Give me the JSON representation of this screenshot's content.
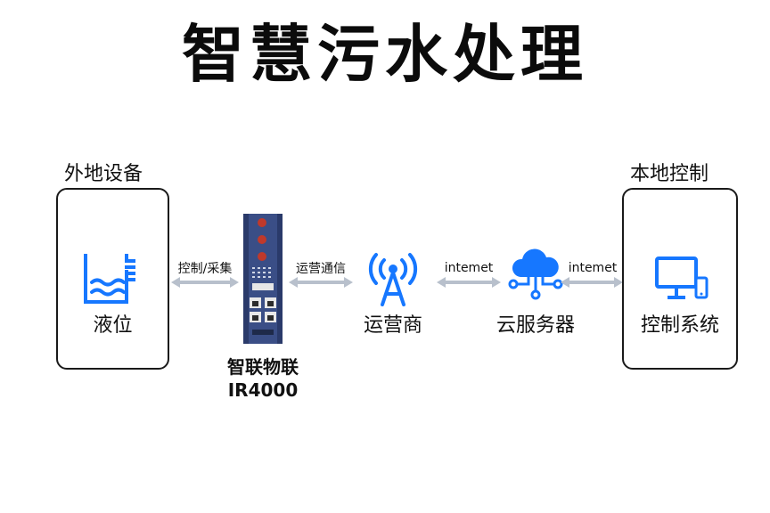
{
  "title": "智慧污水处理",
  "colors": {
    "accent": "#1677ff",
    "arrow": "#b8c0cc",
    "border": "#1a1a1a",
    "device": "#3a4e86"
  },
  "left_panel": {
    "caption": "外地设备",
    "node": {
      "label": "液位",
      "icon": "water-level-icon"
    }
  },
  "device": {
    "name": "智联物联",
    "model": "IR4000",
    "icon": "industrial-router-icon"
  },
  "links": {
    "control_collect": "控制/采集",
    "carrier_comm": "运营通信",
    "internet_1": "intemet",
    "internet_2": "intemet"
  },
  "carrier": {
    "label": "运营商",
    "icon": "antenna-tower-icon"
  },
  "cloud": {
    "label": "云服务器",
    "icon": "cloud-server-icon"
  },
  "right_panel": {
    "caption": "本地控制",
    "node": {
      "label": "控制系统",
      "icon": "monitor-phone-icon"
    }
  }
}
